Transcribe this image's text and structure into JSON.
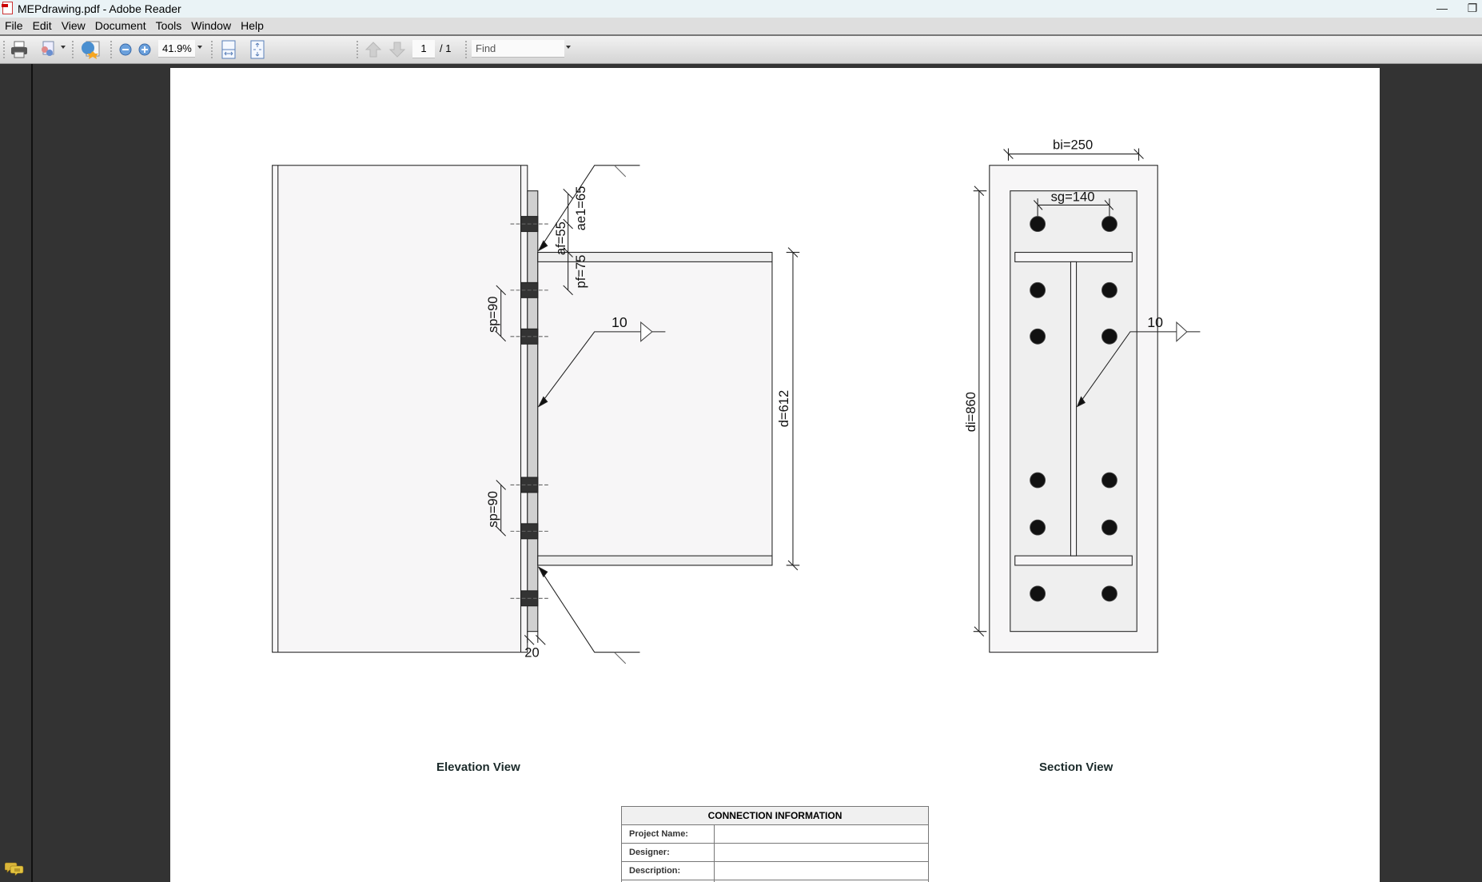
{
  "window": {
    "title": "MEPdrawing.pdf - Adobe Reader",
    "controls": {
      "minimize": "—",
      "restore": "❐"
    }
  },
  "menu": {
    "items": [
      "File",
      "Edit",
      "View",
      "Document",
      "Tools",
      "Window",
      "Help"
    ]
  },
  "toolbar": {
    "zoom_level": "41.9%",
    "current_page": "1",
    "page_total": "/ 1",
    "find_placeholder": "Find",
    "icons": [
      "print-icon",
      "share-icon",
      "collaborate-icon",
      "zoom-out-icon",
      "zoom-in-icon",
      "fit-width-icon",
      "fit-page-icon",
      "previous-page-icon",
      "next-page-icon"
    ]
  },
  "drawing": {
    "elevation": {
      "label": "Elevation View",
      "dims": {
        "ae1": "ae1=65",
        "af": "af=55",
        "pf": "pf=75",
        "sp_top": "sp=90",
        "sp_bottom": "sp=90",
        "d": "d=612",
        "tp": "20",
        "weld": "10"
      }
    },
    "section": {
      "label": "Section View",
      "dims": {
        "bi": "bi=250",
        "sg": "sg=140",
        "di": "di=860",
        "weld": "10"
      }
    }
  },
  "connection_info": {
    "header": "CONNECTION INFORMATION",
    "rows": [
      {
        "label": "Project Name:",
        "value": ""
      },
      {
        "label": "Designer:",
        "value": ""
      },
      {
        "label": "Description:",
        "value": ""
      },
      {
        "label": "",
        "value": ""
      }
    ]
  },
  "colors": {
    "workspace_bg": "#333333",
    "page_bg": "#ffffff",
    "bolt": "#111111",
    "plate_fill": "#d0d0d0",
    "column_fill": "#f7f6f7"
  }
}
